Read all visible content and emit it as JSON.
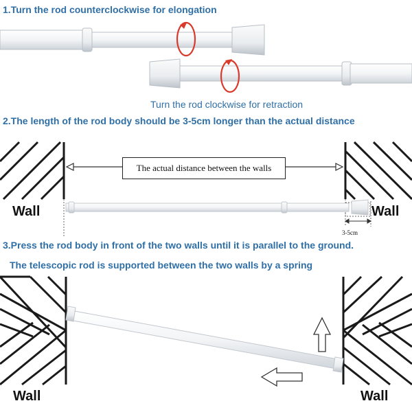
{
  "steps": {
    "step1": "1.Turn the rod counterclockwise for elongation",
    "retract": "Turn the rod clockwise for retraction",
    "step2": "2.The length of the rod body should be 3-5cm longer than the actual distance",
    "step3": "3.Press the rod body in front of the two walls until it is parallel to the ground.",
    "spring": "The telescopic rod is supported between the two walls by a spring"
  },
  "diagram": {
    "distance_label": "The actual distance between the walls",
    "gap_label": "3-5cm",
    "wall_label": "Wall"
  },
  "colors": {
    "text_blue": "#2f6fa6",
    "rotation_arrow": "#d93a2b",
    "hatch": "#1a1a1a",
    "rod": "#eef1f4"
  }
}
